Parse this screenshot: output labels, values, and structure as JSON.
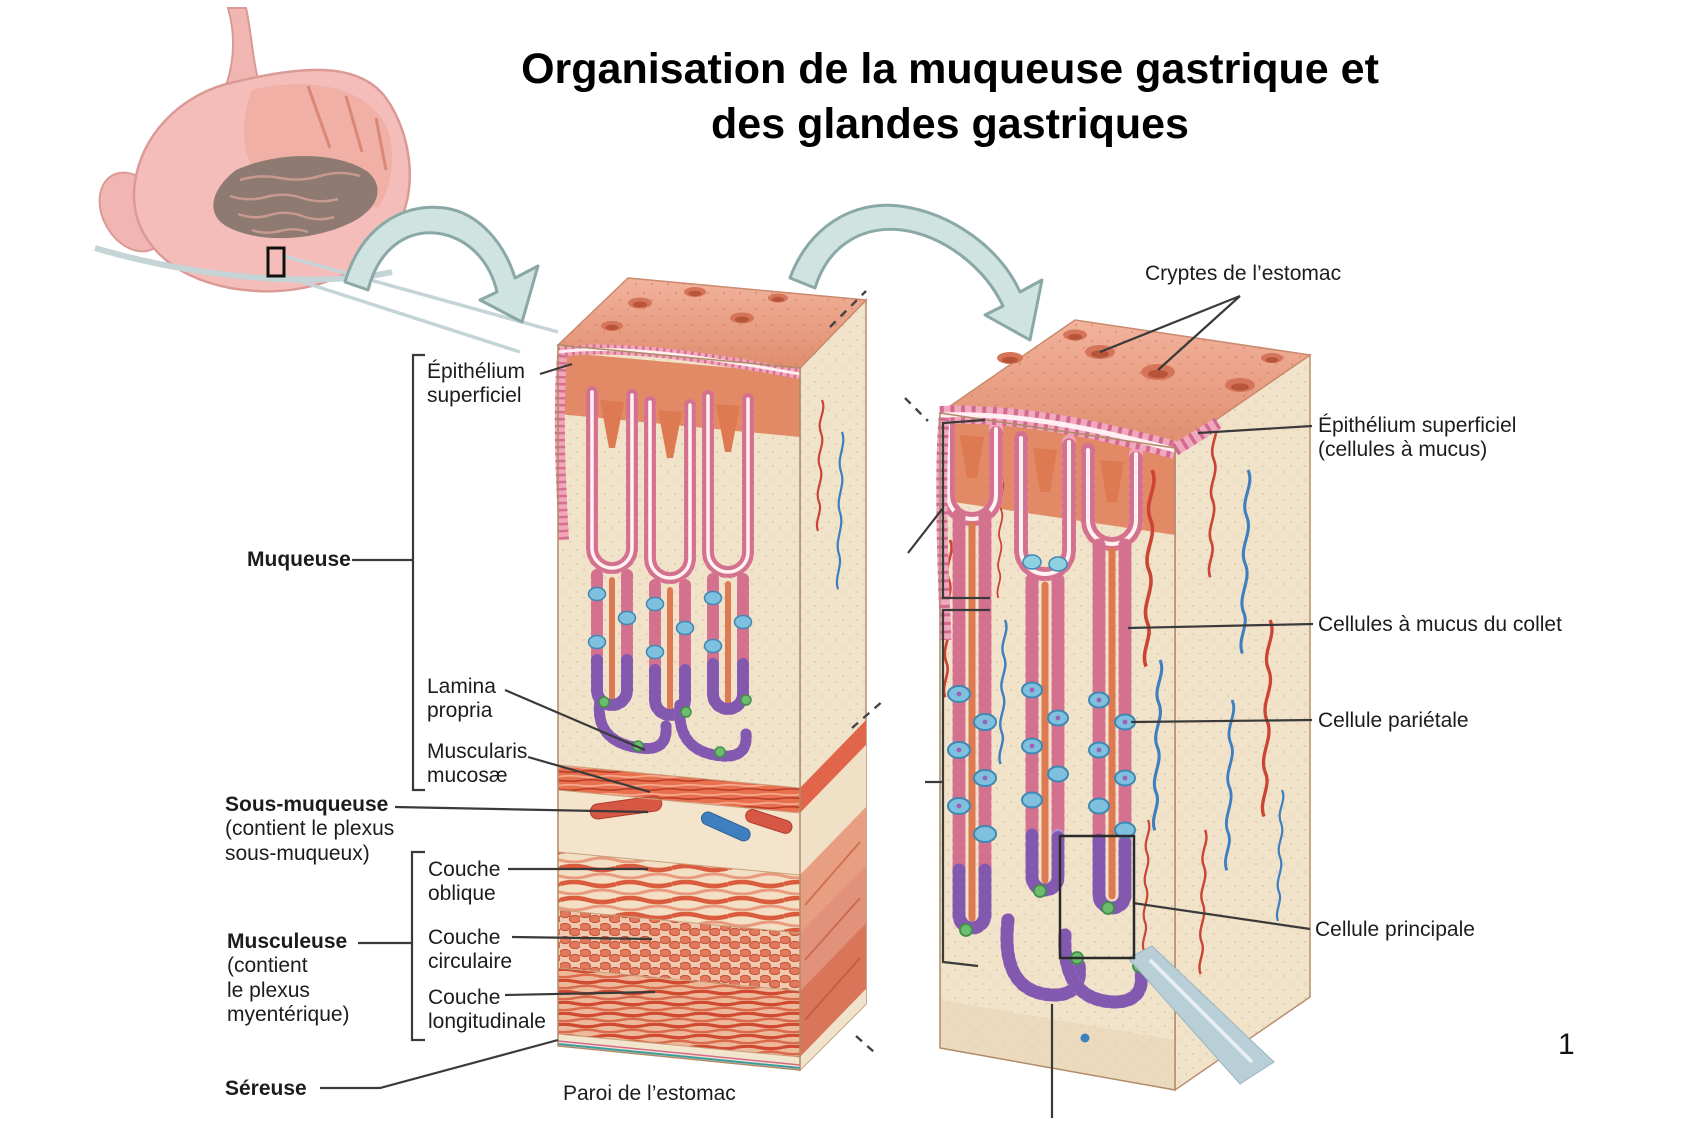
{
  "slide": {
    "title_line1": "Organisation de la muqueuse gastrique et",
    "title_line2": "des glandes gastriques",
    "page_number": "1"
  },
  "figure_left": {
    "caption": "Paroi de l’estomac",
    "labels": {
      "epithelium": "Épithélium superficiel",
      "muqueuse": "Muqueuse",
      "lamina_propria": "Lamina propria",
      "muscularis_mucosae": "Muscularis mucosæ",
      "sous_muqueuse": "Sous-muqueuse",
      "sous_muqueuse_note": "(contient le plexus sous-muqueux)",
      "couche_oblique": "Couche oblique",
      "musculeuse": "Musculeuse",
      "musculeuse_note": "(contient le plexus myentérique)",
      "couche_circulaire": "Couche circulaire",
      "couche_longitudinale": "Couche longitudinale",
      "sereuse": "Séreuse"
    }
  },
  "figure_right": {
    "labels": {
      "cryptes": "Cryptes de l’estomac",
      "epithelium_superficiel": "Épithélium superficiel",
      "epithelium_superficiel_note": "(cellules à mucus)",
      "cellules_a_mucus_du_collet": "Cellules à mucus du collet",
      "cellule_parietale": "Cellule pariétale",
      "cellule_principale": "Cellule principale"
    }
  },
  "palette": {
    "arrow_fill": "#cfe3e1",
    "arrow_edge": "#8aa8a6",
    "surface_salmon": "#e28a66",
    "pit_lumen": "#dd7a52",
    "epithelium_pink": "#f2a6ba",
    "epithelium_edge": "#d4718f",
    "parietal_blue": "#7fc0de",
    "chief_purple": "#b48fd2",
    "enteroendocrine_green": "#6cbd6e",
    "muscle_red": "#d85a42",
    "connective_cream": "#f1e2ca",
    "label_ink": "#1c1c1c"
  }
}
